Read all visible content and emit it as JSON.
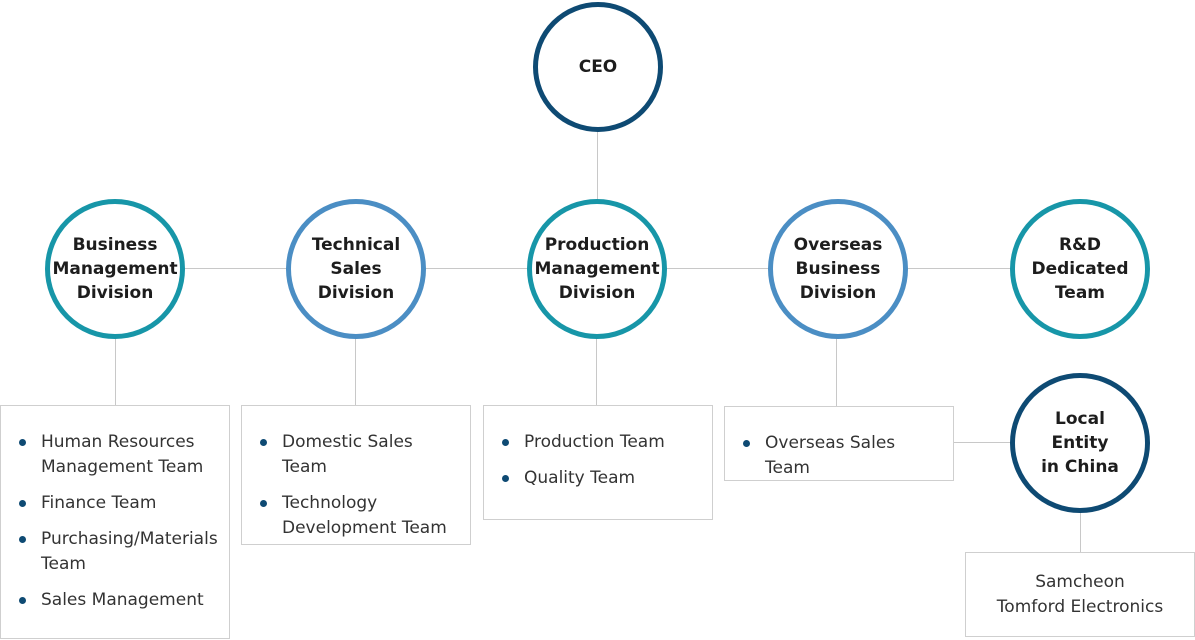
{
  "ceo": {
    "label": "CEO"
  },
  "divisions": [
    {
      "label": "Business\nManagement\nDivision"
    },
    {
      "label": "Technical\nSales Division"
    },
    {
      "label": "Production\nManagement\nDivision"
    },
    {
      "label": "Overseas\nBusiness\nDivision"
    },
    {
      "label": "R&D\nDedicated\nTeam"
    }
  ],
  "business_teams": [
    "Human Resources\nManagement Team",
    "Finance Team",
    "Purchasing/Materials\nTeam",
    "Sales Management"
  ],
  "technical_teams": [
    "Domestic Sales Team",
    "Technology\nDevelopment Team"
  ],
  "production_teams": [
    "Production Team",
    "Quality Team"
  ],
  "overseas_teams": [
    "Overseas Sales Team"
  ],
  "local_entity": {
    "label": "Local\nEntity\nin China"
  },
  "subsidiary": {
    "label": "Samcheon\nTomford Electronics"
  },
  "colors": {
    "ceo_ring": "#0e4a73",
    "teal_ring": "#1796a8",
    "blue_ring": "#4b8ec4",
    "connector": "#c8c8c8",
    "bullet": "#0e4a73"
  }
}
